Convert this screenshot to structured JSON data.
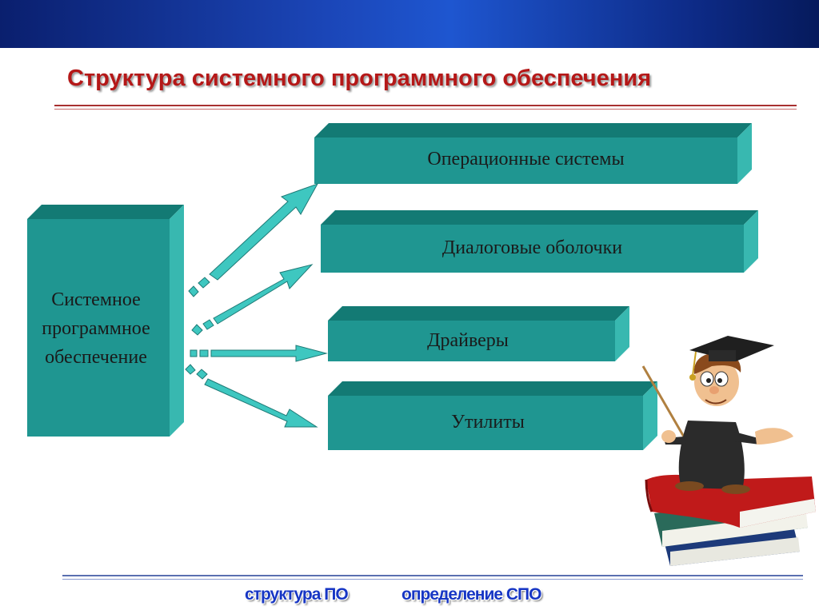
{
  "slide": {
    "title": "Структура системного программного обеспечения"
  },
  "diagram": {
    "root_lines": [
      "Системное",
      "программное",
      "обеспечение"
    ],
    "items": [
      "Операционные системы",
      "Диалоговые оболочки",
      "Драйверы",
      "Утилиты"
    ]
  },
  "nav": {
    "links": [
      "структура ПО",
      "определение СПО"
    ]
  },
  "colors": {
    "box_front": "#1f9691",
    "box_top": "#137a74",
    "box_side": "#38b8b0",
    "arrow": "#3ec7c0",
    "title": "#b51818",
    "nav": "#1736c4"
  },
  "icons": [
    "professor-on-books-illustration"
  ]
}
